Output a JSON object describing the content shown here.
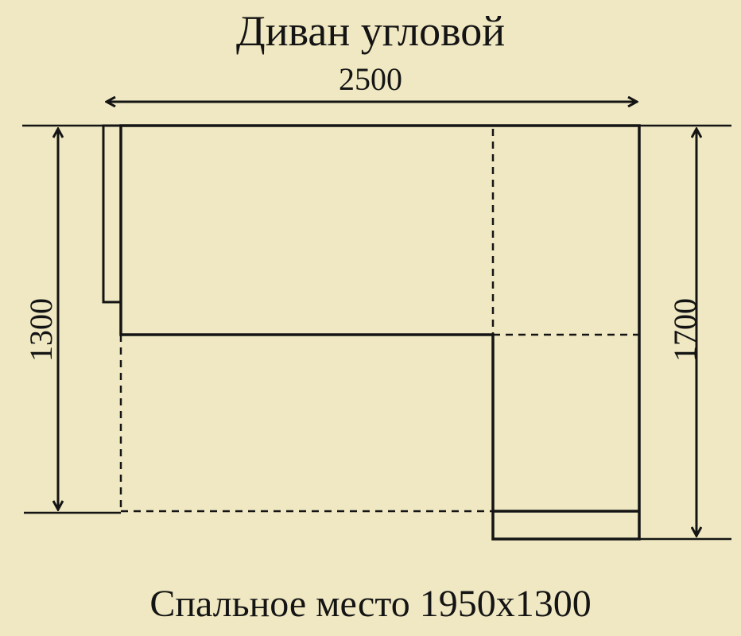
{
  "title": "Диван угловой",
  "dimensions": {
    "width": "2500",
    "left_height": "1300",
    "right_height": "1700"
  },
  "caption": "Спальное место 1950x1300",
  "colors": {
    "paper": "#efe8c2",
    "ink": "#141414"
  }
}
